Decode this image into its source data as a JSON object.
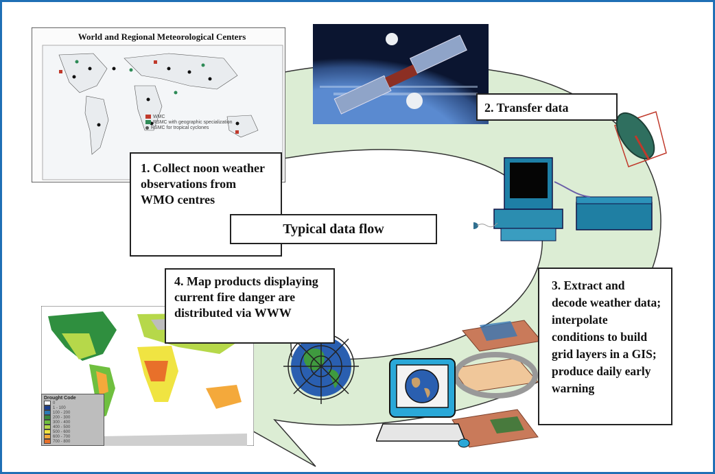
{
  "center_label": "Typical data flow",
  "steps": [
    {
      "label": "1. Collect noon weather observations from WMO centres"
    },
    {
      "label": "2. Transfer data"
    },
    {
      "label": "3. Extract and decode weather data; interpolate conditions to build grid layers in a GIS; produce daily early warning"
    },
    {
      "label": "4. Map products displaying current fire danger are distributed via WWW"
    }
  ],
  "wmo_map": {
    "title": "World and Regional Meteorological Centers",
    "legend": [
      "WMC",
      "RSMC with geographic specialization",
      "RSMC for tropical cyclones"
    ]
  },
  "drought_map": {
    "legend_title": "Drought Code",
    "legend_items": [
      {
        "label": "0",
        "color": "#ffffff"
      },
      {
        "label": "1 - 100",
        "color": "#1b3f8f"
      },
      {
        "label": "100 - 200",
        "color": "#2c7bb6"
      },
      {
        "label": "200 - 300",
        "color": "#3a8a3a"
      },
      {
        "label": "300 - 400",
        "color": "#6fbf3f"
      },
      {
        "label": "400 - 500",
        "color": "#b6d84a"
      },
      {
        "label": "500 - 600",
        "color": "#f0e442"
      },
      {
        "label": "600 - 700",
        "color": "#f4a93b"
      },
      {
        "label": "700 - 800",
        "color": "#e8702a"
      }
    ]
  },
  "colors": {
    "frame": "#1f6fb5",
    "loop_fill": "#dcedd4",
    "loop_stroke": "#333333"
  }
}
